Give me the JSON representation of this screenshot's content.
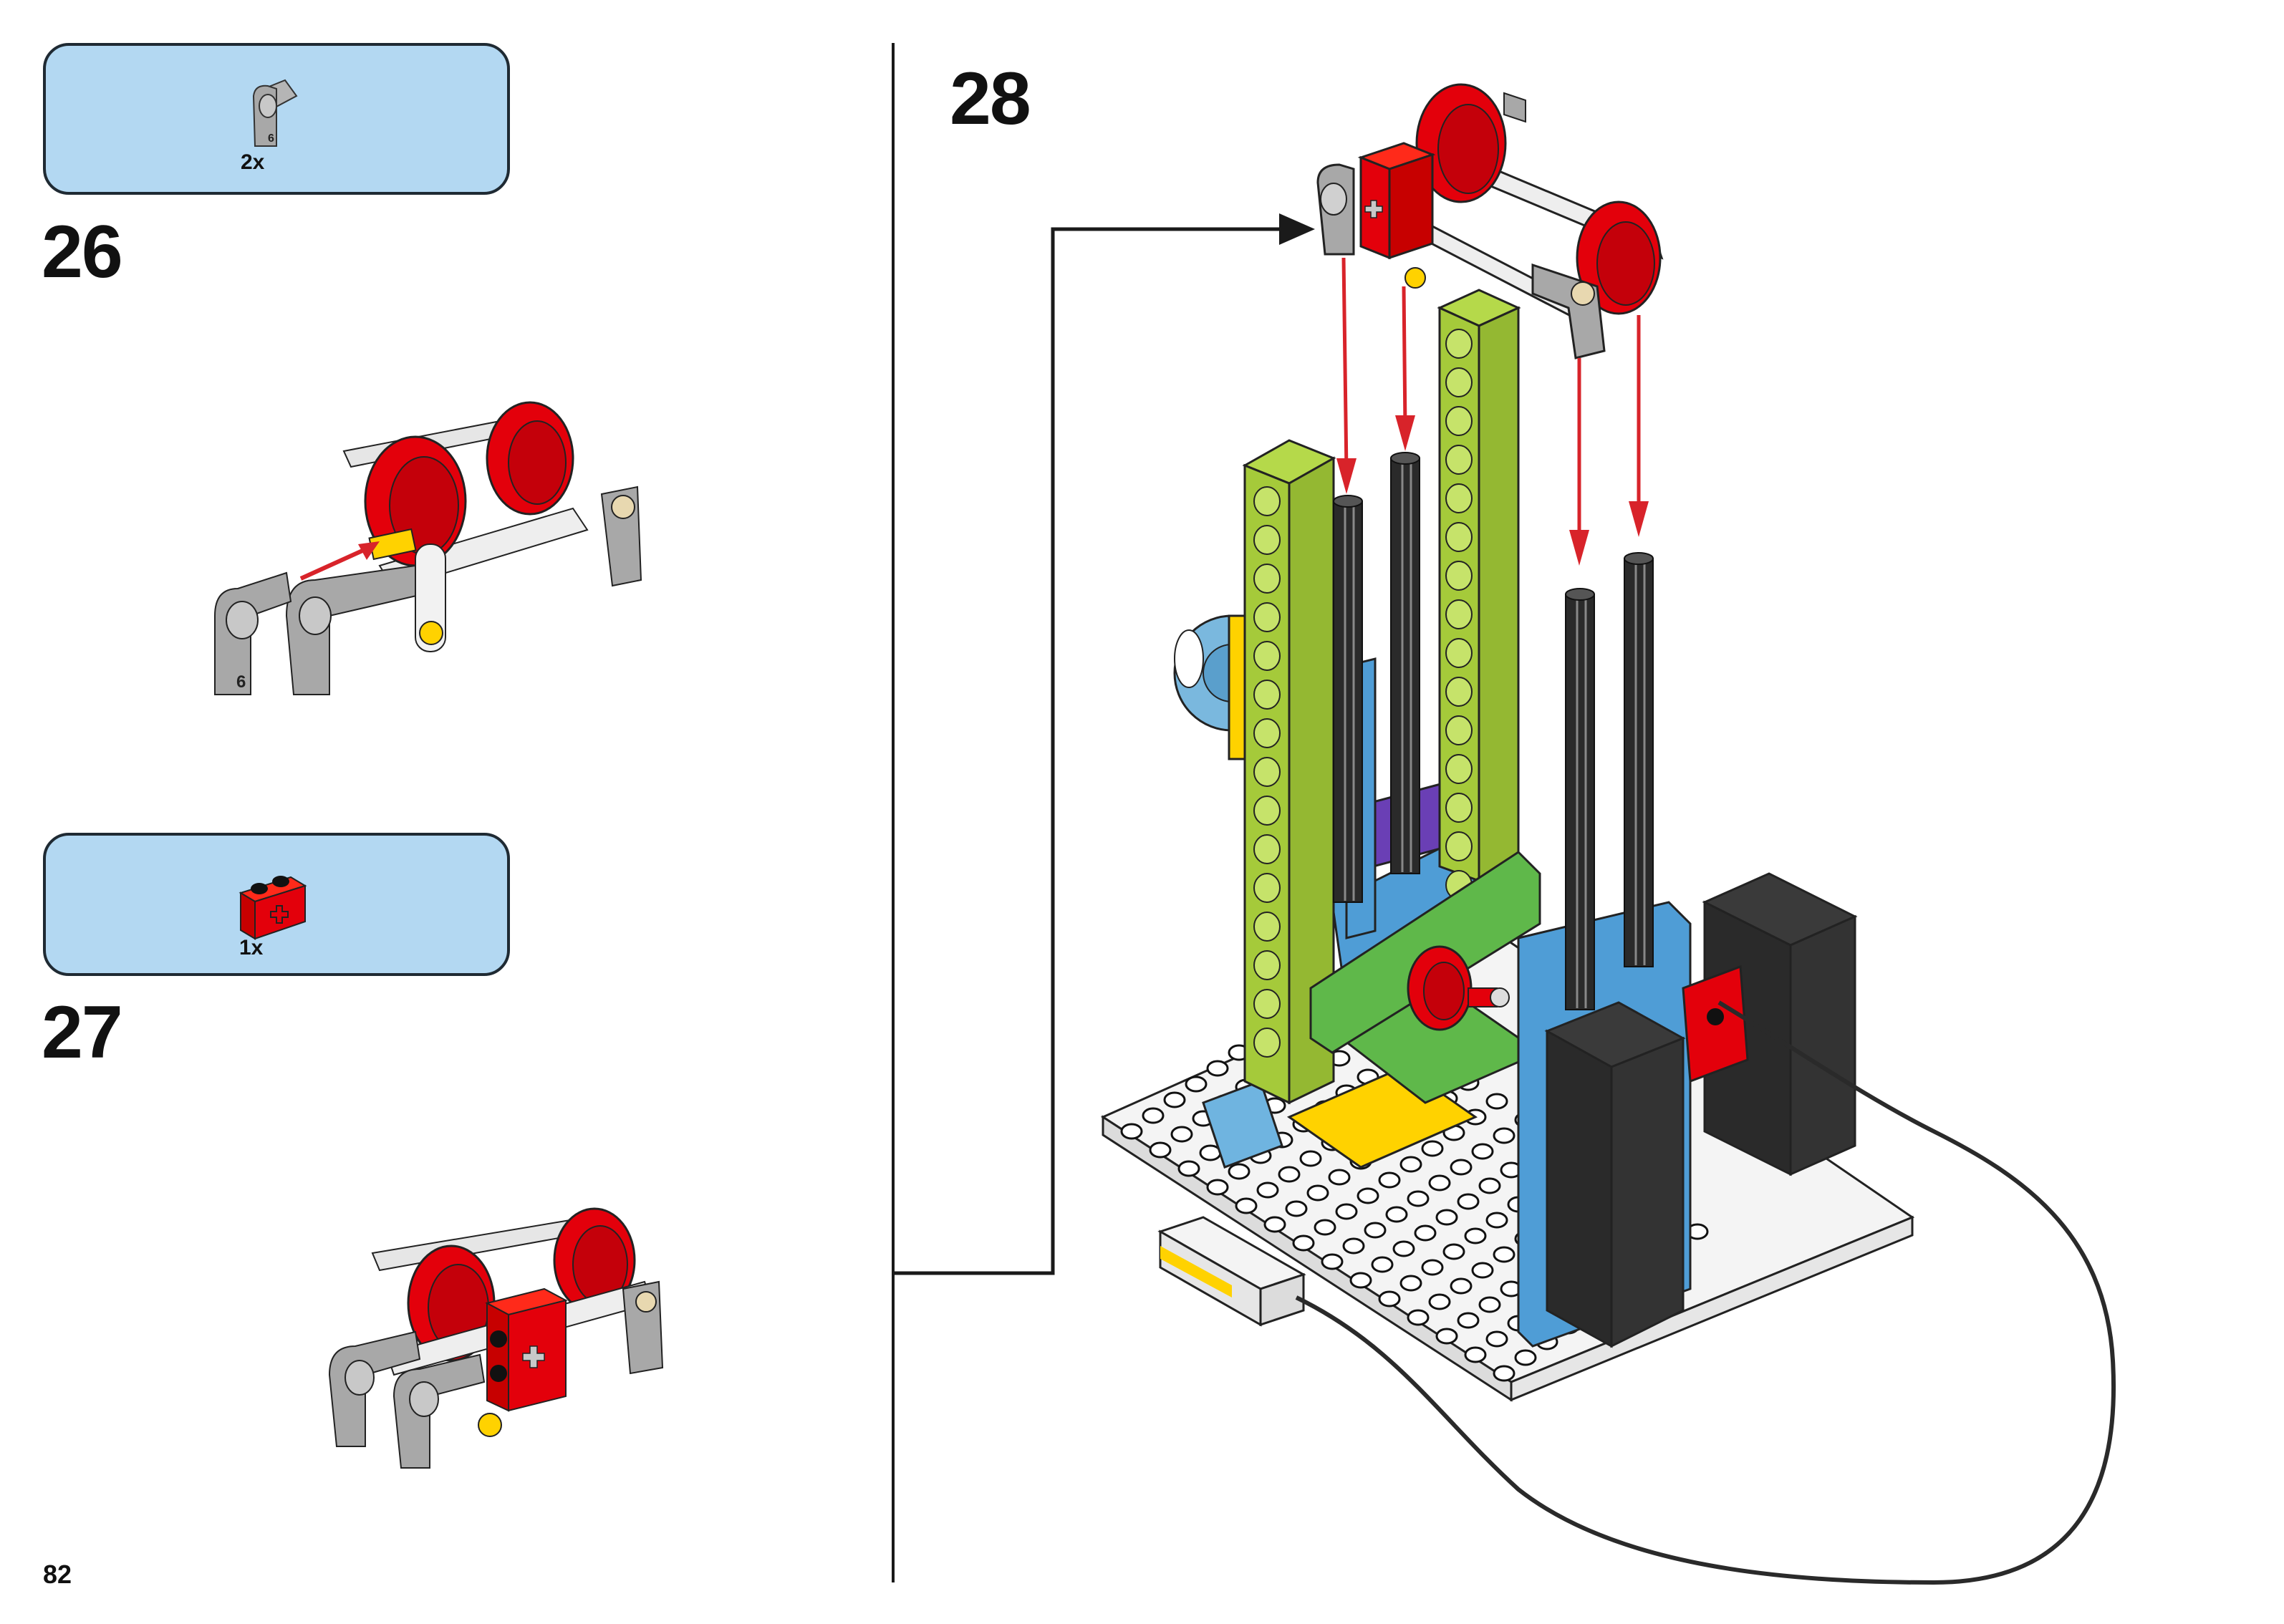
{
  "page": {
    "number": "82"
  },
  "colors": {
    "parts_box_bg": "#b3d8f2",
    "parts_box_border": "#1f2a33",
    "arrow_red": "#d8232a",
    "lego_red": "#e3000b",
    "lime": "#a5ca3a",
    "green": "#5fb84a",
    "azure": "#4f9dd6",
    "yellow": "#ffd200",
    "grey": "#a3a3a3",
    "black_brick": "#2a2a2a",
    "white_plate": "#f4f4f4"
  },
  "steps": [
    {
      "number": "26",
      "parts": [
        {
          "name": "Angle connector #6",
          "icon": "angle-connector-icon",
          "quantity": "2x"
        }
      ],
      "assembly": "Attach grey angle connector onto yellow axle end of pulley sub-assembly"
    },
    {
      "number": "27",
      "parts": [
        {
          "name": "Red Technic brick 1x2 with axle hole",
          "icon": "red-technic-brick-icon",
          "quantity": "1x"
        }
      ],
      "assembly": "Add red 1x2 Technic brick to front of pulley sub-assembly"
    },
    {
      "number": "28",
      "assembly": "Mount pulley sub-assembly onto the four vertical axles of the model",
      "callout": "sub-assembly-pointer"
    }
  ]
}
